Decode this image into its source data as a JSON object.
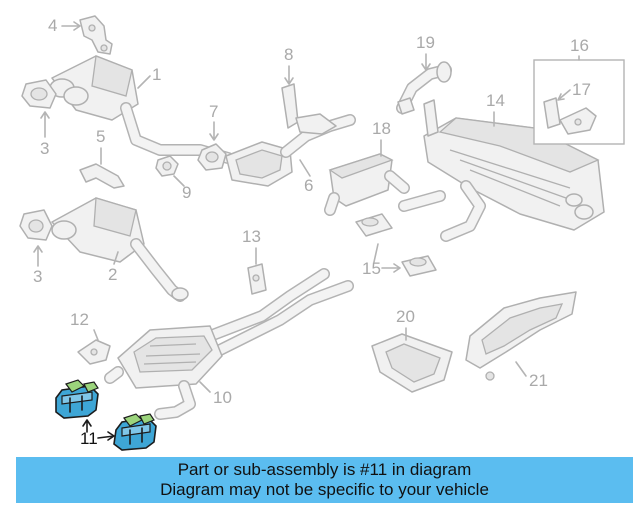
{
  "callouts": {
    "n1": "1",
    "n2": "2",
    "n3a": "3",
    "n3b": "3",
    "n4": "4",
    "n5": "5",
    "n6": "6",
    "n7": "7",
    "n8": "8",
    "n9": "9",
    "n10": "10",
    "n11": "11",
    "n12": "12",
    "n13": "13",
    "n14": "14",
    "n15": "15",
    "n16": "16",
    "n17": "17",
    "n18": "18",
    "n19": "19",
    "n20": "20",
    "n21": "21"
  },
  "highlight": {
    "part_number": "11",
    "color": "#3ea6d6"
  },
  "banner": {
    "line1": "Part or sub-assembly is #11 in diagram",
    "line2": "Diagram may not be specific to your vehicle",
    "background": "#5bbdf0"
  }
}
